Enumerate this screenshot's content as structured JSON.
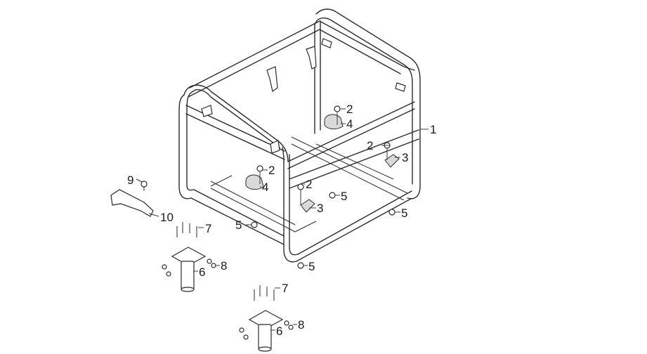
{
  "diagram": {
    "colors": {
      "line": "#2b2b2b",
      "background": "#ffffff",
      "part_fill": "#d9d9d9"
    },
    "callouts": [
      {
        "id": "c1",
        "label": "1"
      },
      {
        "id": "c2a",
        "label": "2"
      },
      {
        "id": "c2b",
        "label": "2"
      },
      {
        "id": "c2c",
        "label": "2"
      },
      {
        "id": "c2d",
        "label": "2"
      },
      {
        "id": "c3a",
        "label": "3"
      },
      {
        "id": "c3b",
        "label": "3"
      },
      {
        "id": "c4a",
        "label": "4"
      },
      {
        "id": "c4b",
        "label": "4"
      },
      {
        "id": "c5a",
        "label": "5"
      },
      {
        "id": "c5b",
        "label": "5"
      },
      {
        "id": "c5c",
        "label": "5"
      },
      {
        "id": "c5d",
        "label": "5"
      },
      {
        "id": "c6a",
        "label": "6"
      },
      {
        "id": "c6b",
        "label": "6"
      },
      {
        "id": "c7a",
        "label": "7"
      },
      {
        "id": "c7b",
        "label": "7"
      },
      {
        "id": "c8a",
        "label": "8"
      },
      {
        "id": "c8b",
        "label": "8"
      },
      {
        "id": "c9",
        "label": "9"
      },
      {
        "id": "c10",
        "label": "10"
      }
    ]
  }
}
